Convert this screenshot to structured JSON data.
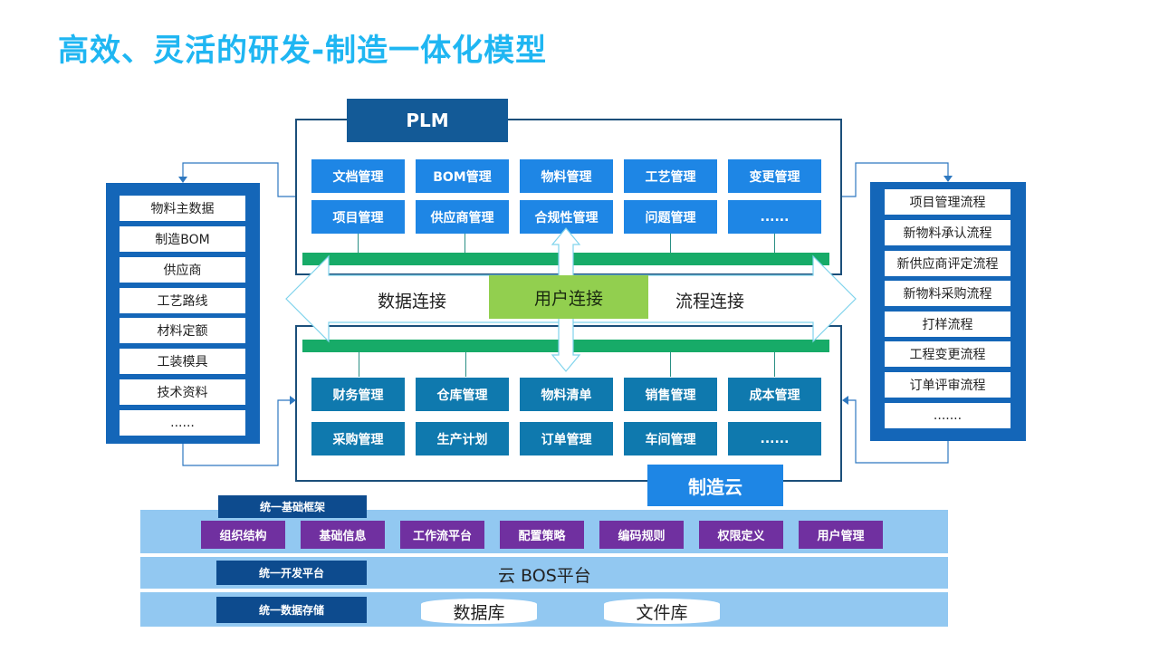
{
  "title": "高效、灵活的研发-制造一体化模型",
  "plm": {
    "label": "PLM",
    "modules": [
      "文档管理",
      "BOM管理",
      "物料管理",
      "工艺管理",
      "变更管理",
      "项目管理",
      "供应商管理",
      "合规性管理",
      "问题管理",
      "......"
    ]
  },
  "manufacturing_cloud": {
    "label": "制造云",
    "modules": [
      "财务管理",
      "仓库管理",
      "物料清单",
      "销售管理",
      "成本管理",
      "采购管理",
      "生产计划",
      "订单管理",
      "车间管理",
      "......"
    ]
  },
  "connections": {
    "data": "数据连接",
    "user": "用户连接",
    "process": "流程连接"
  },
  "data_list": [
    "物料主数据",
    "制造BOM",
    "供应商",
    "工艺路线",
    "材料定额",
    "工装模具",
    "技术资料",
    "......"
  ],
  "process_list": [
    "项目管理流程",
    "新物料承认流程",
    "新供应商评定流程",
    "新物料采购流程",
    "打样流程",
    "工程变更流程",
    "订单评审流程",
    "......."
  ],
  "platform": {
    "framework_label": "统一基础框架",
    "framework_items": [
      "组织结构",
      "基础信息",
      "工作流平台",
      "配置策略",
      "编码规则",
      "权限定义",
      "用户管理"
    ],
    "dev_label": "统一开发平台",
    "bos_label": "云 BOS平台",
    "storage_label": "统一数据存储",
    "storage_items": [
      "数据库",
      "文件库"
    ]
  },
  "colors": {
    "title": "#1fb6f2",
    "plm_module": "#1e86e5",
    "mfg_module": "#0f79ae",
    "bus": "#17ab68",
    "user_connection": "#92cf4f",
    "side_list": "#1466b8",
    "platform_band": "#92c8f1",
    "framework_item": "#7030a0",
    "platform_tag": "#0d4b8e"
  }
}
